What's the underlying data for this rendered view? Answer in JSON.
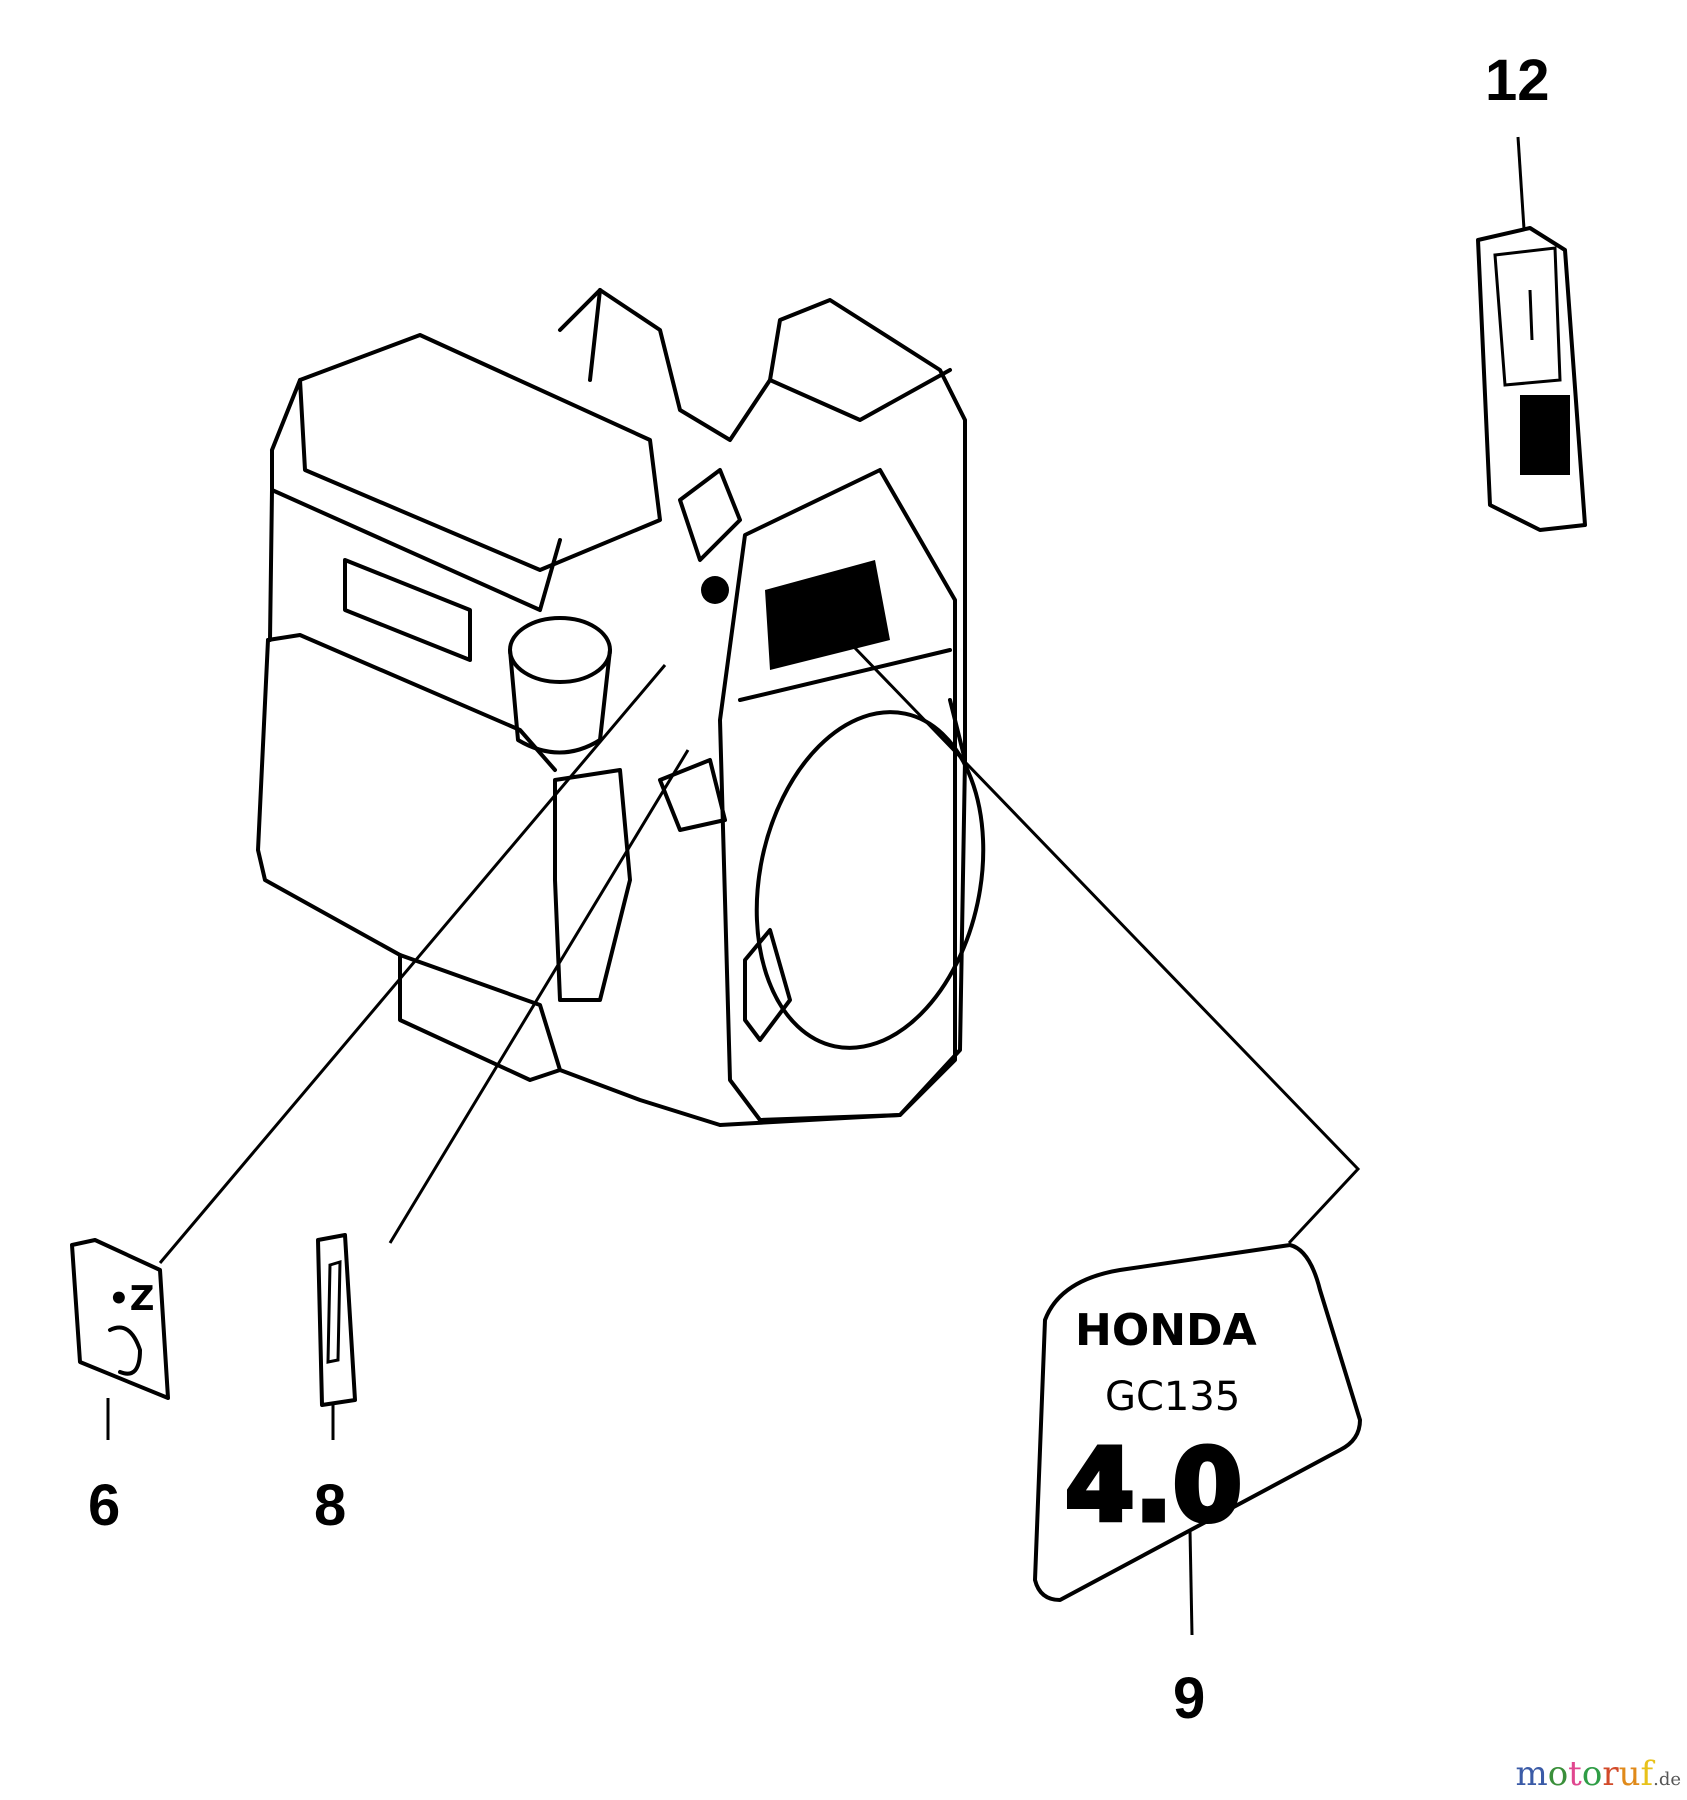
{
  "callouts": {
    "c6": "6",
    "c8": "8",
    "c9": "9",
    "c12": "12"
  },
  "decal9": {
    "brand": "HONDA",
    "model": "GC135",
    "power": "4.0"
  },
  "watermark": {
    "name": "motoruf",
    "tld": ".de",
    "letter_colors": [
      "#3b5ba7",
      "#3a8f3a",
      "#e0478f",
      "#2f9d46",
      "#d24a2a",
      "#e08a1a",
      "#e8c21a"
    ]
  }
}
